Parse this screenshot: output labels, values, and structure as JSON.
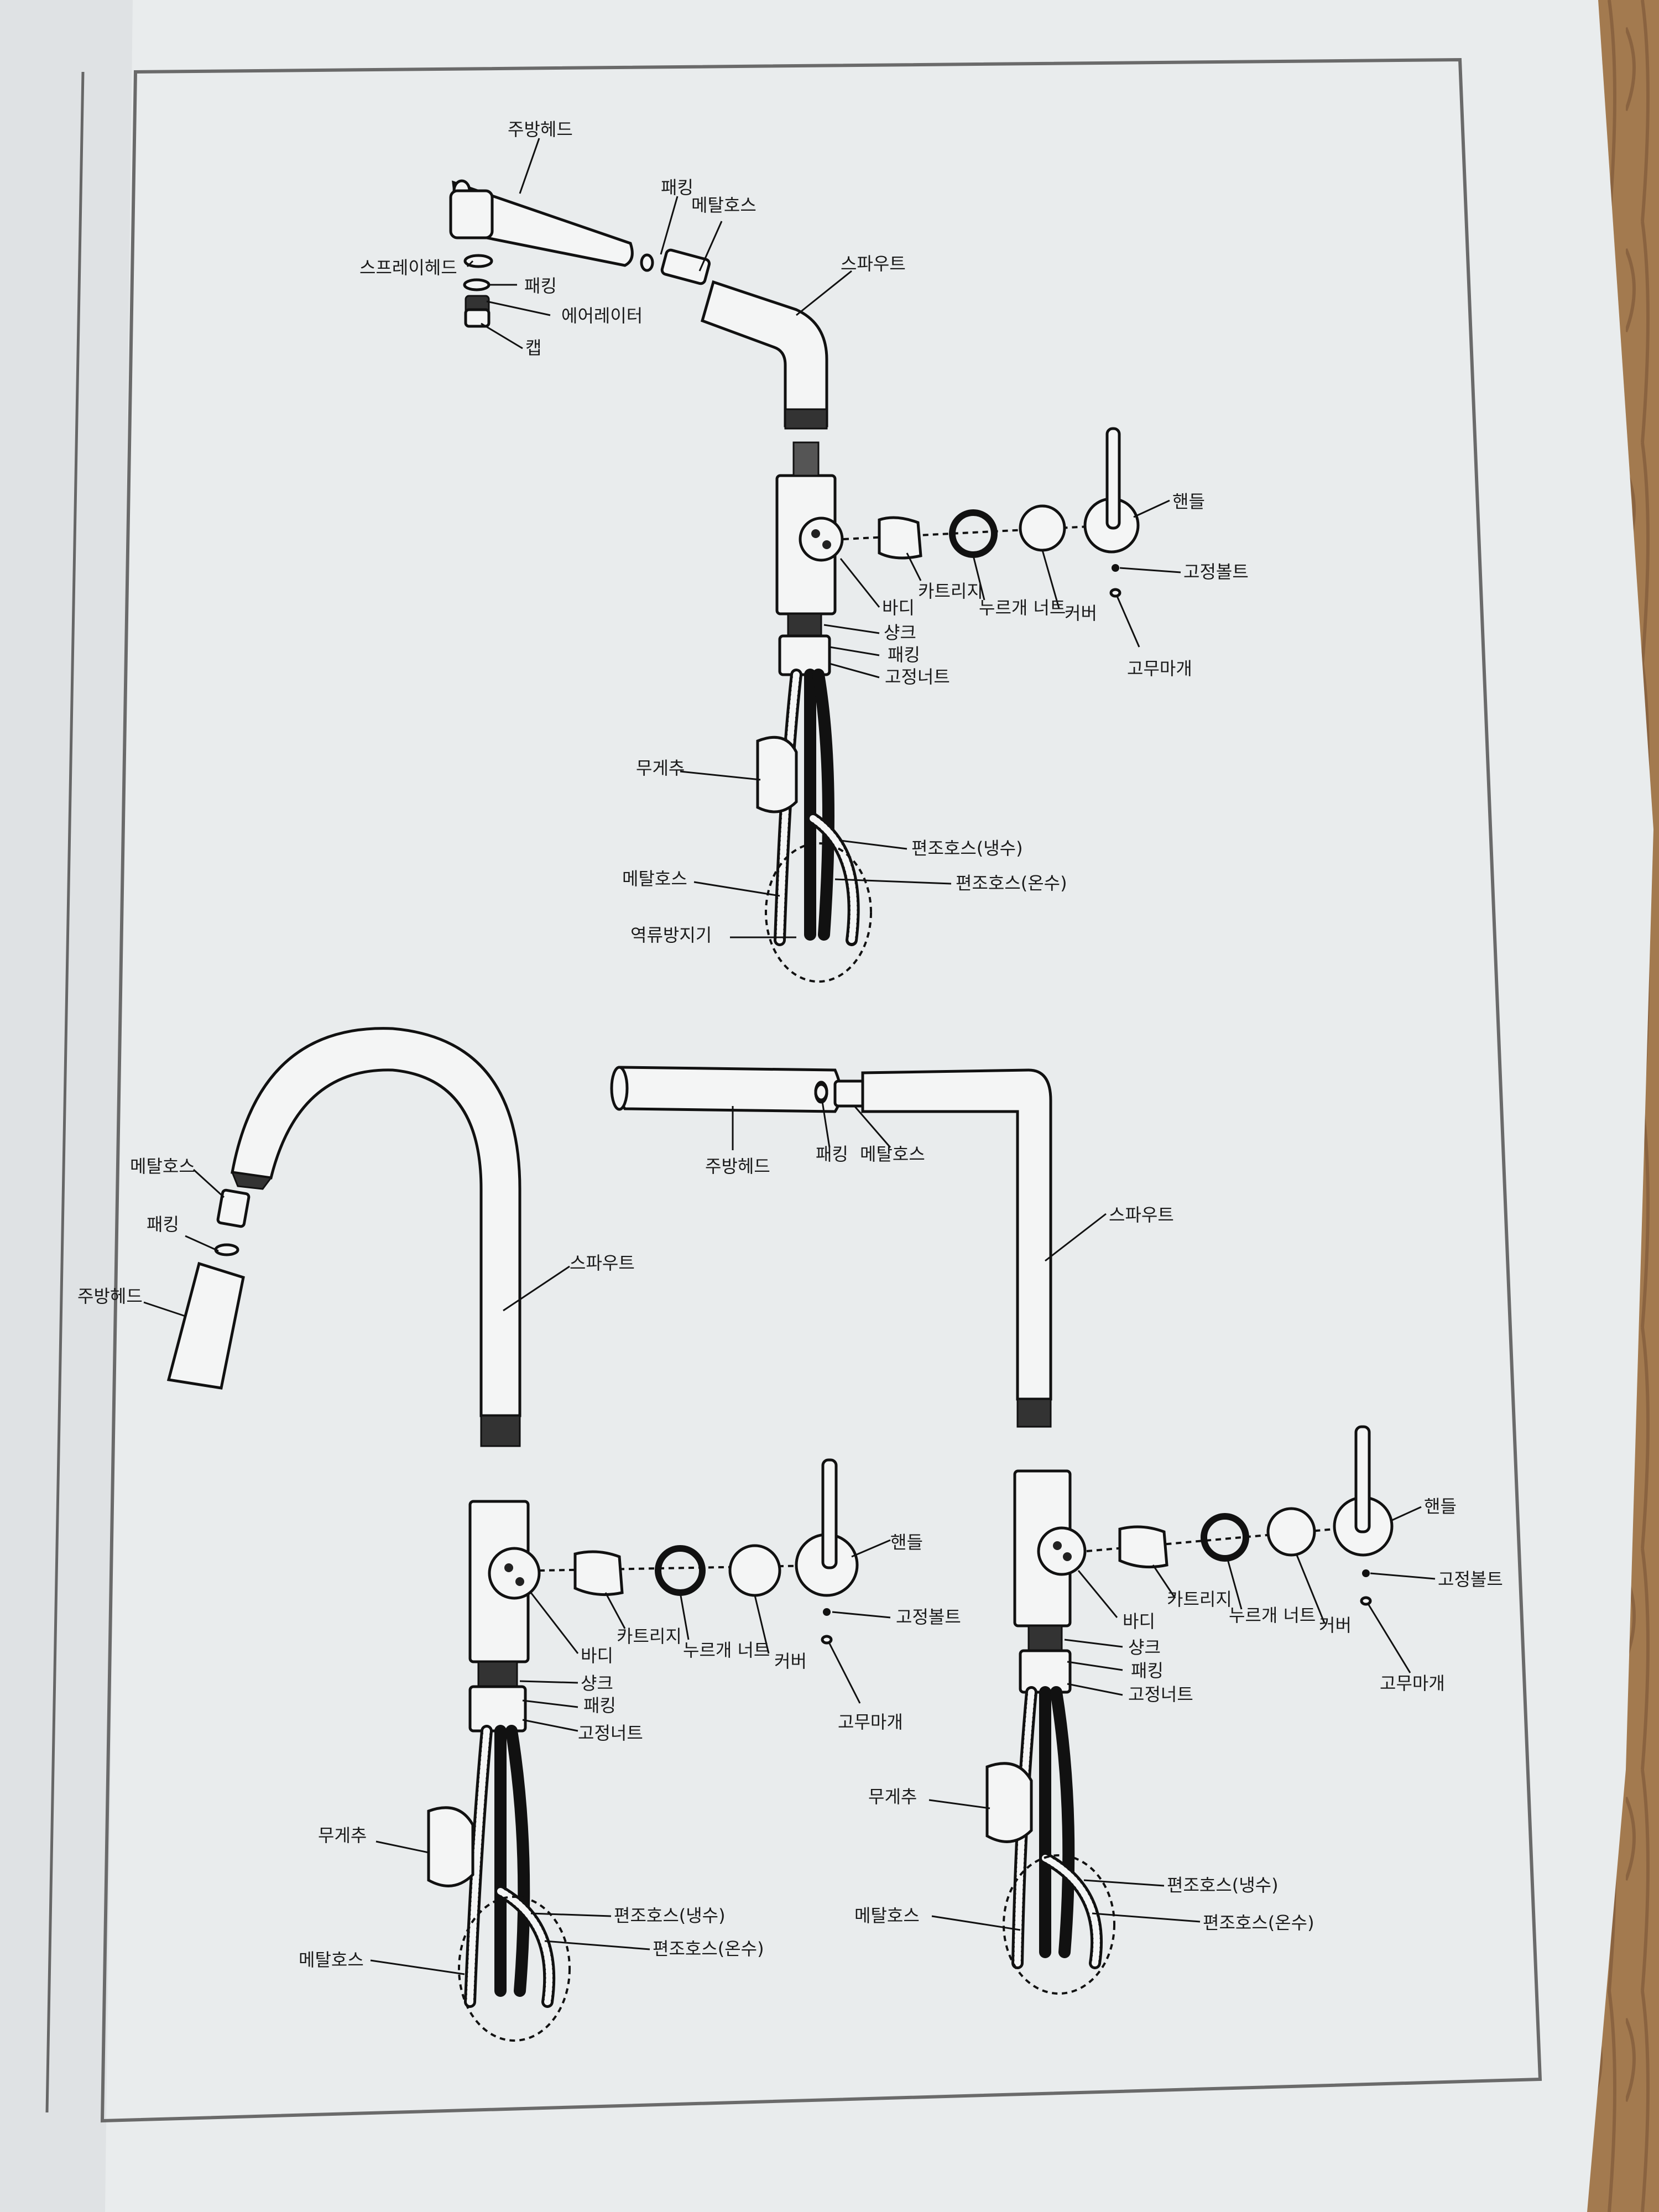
{
  "diagrams": [
    {
      "id": "top",
      "labels": {
        "kitchen_head": "주방헤드",
        "packing_top": "패킹",
        "metal_hose_top": "메탈호스",
        "spray_head": "스프레이헤드",
        "packing_small": "패킹",
        "aerator": "에어레이터",
        "cap": "캡",
        "spout": "스파우트",
        "handle": "핸들",
        "fixing_bolt": "고정볼트",
        "cartridge": "카트리지",
        "press_nut": "누르개 너트",
        "cover": "커버",
        "body": "바디",
        "shank": "샹크",
        "packing": "패킹",
        "fixing_nut": "고정너트",
        "rubber_cap": "고무마개",
        "weight": "무게추",
        "flex_hose_cold": "편조호스(냉수)",
        "metal_hose": "메탈호스",
        "flex_hose_hot": "편조호스(온수)",
        "check_valve": "역류방지기"
      }
    },
    {
      "id": "bottom-left",
      "labels": {
        "metal_hose_top": "메탈호스",
        "packing_top": "패킹",
        "kitchen_head": "주방헤드",
        "spout": "스파우트",
        "handle": "핸들",
        "fixing_bolt": "고정볼트",
        "cartridge": "카트리지",
        "press_nut": "누르개 너트",
        "cover": "커버",
        "body": "바디",
        "shank": "샹크",
        "packing": "패킹",
        "fixing_nut": "고정너트",
        "rubber_cap": "고무마개",
        "weight": "무게추",
        "flex_hose_cold": "편조호스(냉수)",
        "flex_hose_hot": "편조호스(온수)",
        "metal_hose": "메탈호스"
      }
    },
    {
      "id": "bottom-right",
      "labels": {
        "kitchen_head": "주방헤드",
        "packing_top": "패킹",
        "metal_hose_top": "메탈호스",
        "spout": "스파우트",
        "handle": "핸들",
        "fixing_bolt": "고정볼트",
        "cartridge": "카트리지",
        "press_nut": "누르개 너트",
        "cover": "커버",
        "body": "바디",
        "shank": "샹크",
        "packing": "패킹",
        "fixing_nut": "고정너트",
        "rubber_cap": "고무마개",
        "weight": "무게추",
        "flex_hose_cold": "편조호스(냉수)",
        "metal_hose": "메탈호스",
        "flex_hose_hot": "편조호스(온수)"
      }
    }
  ]
}
